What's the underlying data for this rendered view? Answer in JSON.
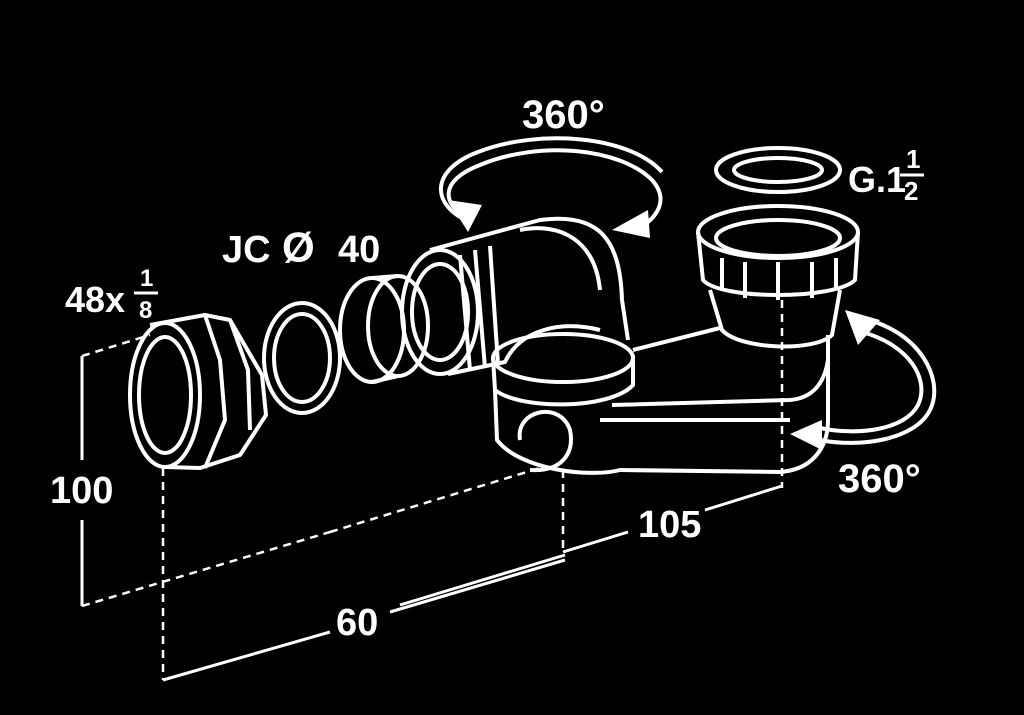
{
  "labels": {
    "rotation_top": "360°",
    "rotation_right": "360°",
    "gasket_thread": "G.1",
    "gasket_frac_num": "1",
    "gasket_frac_den": "2",
    "nut_thread": "48x",
    "nut_frac_num": "1",
    "nut_frac_den": "8",
    "pipe_prefix": "JC",
    "pipe_diameter_symbol": "Ø",
    "pipe_diameter": "40"
  },
  "dimensions": {
    "height": "100",
    "offset": "60",
    "length": "105"
  },
  "colors": {
    "background": "#000000",
    "line": "#ffffff"
  }
}
